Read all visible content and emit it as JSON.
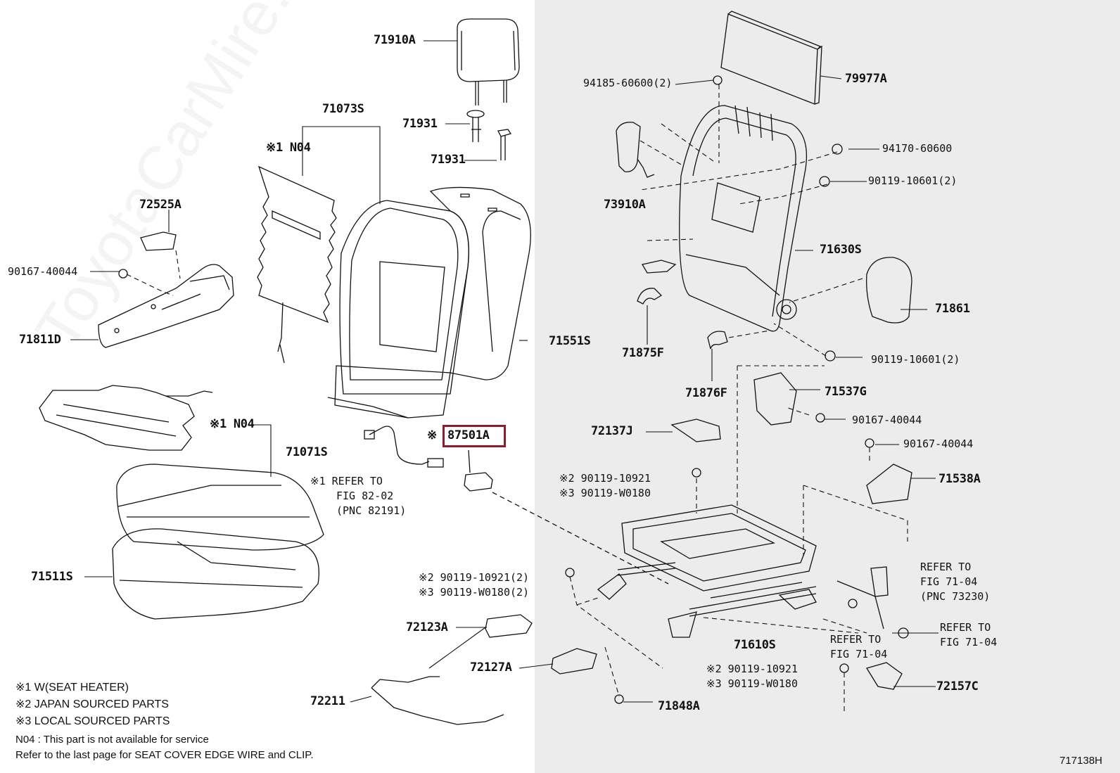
{
  "watermark": "ToyotaCarMire.ru",
  "diagram_id": "717138H",
  "callouts": {
    "p71910A": "71910A",
    "p71073S": "71073S",
    "p71931a": "71931",
    "p71931b": "71931",
    "n04_top": "※1 N04",
    "p72525A": "72525A",
    "p90167_40044_left": "90167-40044",
    "p71811D": "71811D",
    "p71551S": "71551S",
    "n04_mid": "※1 N04",
    "p71071S": "71071S",
    "refer_82_line1": "※1 REFER TO",
    "refer_82_line2": "FIG 82-02",
    "refer_82_line3": "(PNC 82191)",
    "mark_87501A": "※",
    "p87501A": "87501A",
    "p71511S": "71511S",
    "p90119_10921_2_left": "※2 90119-10921(2)",
    "p90119_W0180_2_left": "※3 90119-W0180(2)",
    "p72123A": "72123A",
    "p72127A": "72127A",
    "p72211": "72211",
    "p94185_60600": "94185-60600(2)",
    "p79977A": "79977A",
    "p94170_60600": "94170-60600",
    "p90119_10601_top": "90119-10601(2)",
    "p73910A": "73910A",
    "p71630S": "71630S",
    "p71861": "71861",
    "p71875F": "71875F",
    "p90119_10601_mid": "90119-10601(2)",
    "p71876F": "71876F",
    "p71537G": "71537G",
    "p90167_40044_r1": "90167-40044",
    "p72137J": "72137J",
    "p90167_40044_r2": "90167-40044",
    "p90119_10921_c": "※2 90119-10921",
    "p90119_W0180_c": "※3 90119-W0180",
    "p71538A": "71538A",
    "refer_7104a_l1": "REFER TO",
    "refer_7104a_l2": "FIG 71-04",
    "refer_7104a_l3": "(PNC 73230)",
    "p71610S": "71610S",
    "refer_7104b_l1": "REFER TO",
    "refer_7104b_l2": "FIG 71-04",
    "refer_7104c_l1": "REFER TO",
    "refer_7104c_l2": "FIG 71-04",
    "p90119_10921_b": "※2 90119-10921",
    "p90119_W0180_b": "※3 90119-W0180",
    "p72157C": "72157C",
    "p71848A": "71848A"
  },
  "notes": {
    "line1": "※1 W(SEAT HEATER)",
    "line2": "※2 JAPAN SOURCED PARTS",
    "line3": "※3 LOCAL SOURCED PARTS",
    "line4": "N04 : This part is not available for service",
    "line5": "Refer to the last page for SEAT COVER EDGE WIRE and CLIP."
  },
  "highlight_color": "#8e1a2c"
}
